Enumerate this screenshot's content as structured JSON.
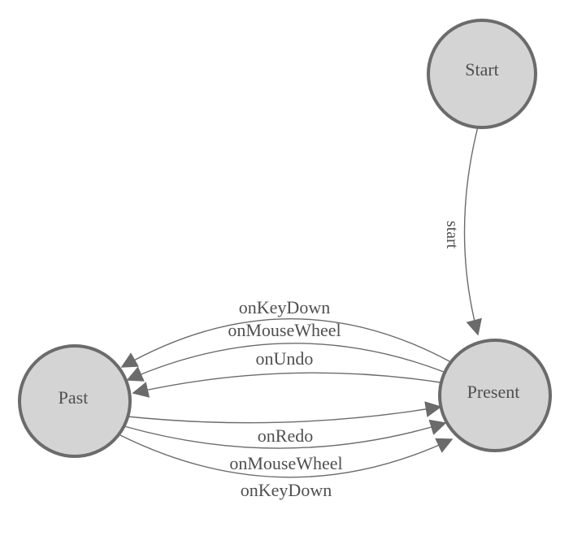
{
  "diagram": {
    "type": "state-machine",
    "colors": {
      "background": "#ffffff",
      "node_fill": "#d4d4d4",
      "node_border": "#6b6b6b",
      "edge_line": "#6b6b6b",
      "arrowhead": "#6b6b6b",
      "label_text": "#4f4f4f"
    },
    "nodes": [
      {
        "id": "start",
        "label": "Start"
      },
      {
        "id": "present",
        "label": "Present"
      },
      {
        "id": "past",
        "label": "Past"
      }
    ],
    "edges": [
      {
        "id": "start-to-present",
        "from": "Start",
        "to": "Present",
        "label": "start"
      },
      {
        "id": "present-to-past-onkeydown",
        "from": "Present",
        "to": "Past",
        "label": "onKeyDown"
      },
      {
        "id": "present-to-past-onmousewheel",
        "from": "Present",
        "to": "Past",
        "label": "onMouseWheel"
      },
      {
        "id": "present-to-past-onundo",
        "from": "Present",
        "to": "Past",
        "label": "onUndo"
      },
      {
        "id": "past-to-present-onredo",
        "from": "Past",
        "to": "Present",
        "label": "onRedo"
      },
      {
        "id": "past-to-present-onmousewheel",
        "from": "Past",
        "to": "Present",
        "label": "onMouseWheel"
      },
      {
        "id": "past-to-present-onkeydown",
        "from": "Past",
        "to": "Present",
        "label": "onKeyDown"
      }
    ]
  }
}
